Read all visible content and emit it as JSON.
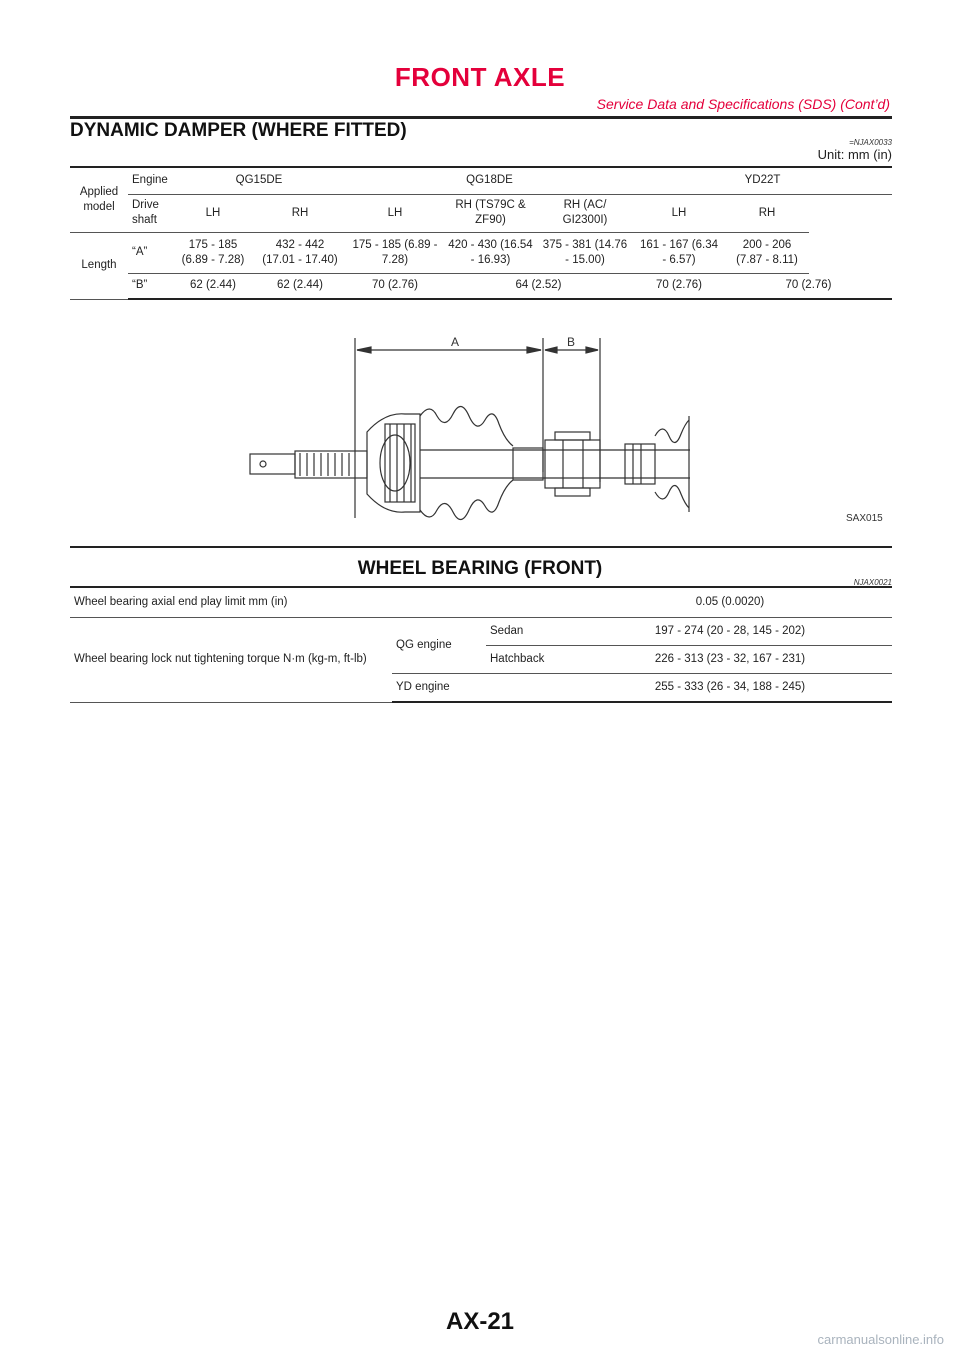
{
  "header": {
    "title": "FRONT AXLE",
    "subtitle": "Service Data and Specifications (SDS) (Cont’d)"
  },
  "dynamic_damper": {
    "heading": "DYNAMIC DAMPER (WHERE FITTED)",
    "ref": "=NJAX0033",
    "unit": "Unit: mm (in)",
    "table": {
      "applied_model": "Applied model",
      "engine_label": "Engine",
      "engines": [
        "QG15DE",
        "QG18DE",
        "YD22T"
      ],
      "drive_shaft_label": "Drive shaft",
      "drive_shafts": [
        "LH",
        "RH",
        "LH",
        "RH (TS79C & ZF90)",
        "RH (AC/ GI2300I)",
        "LH",
        "RH"
      ],
      "length_label": "Length",
      "a_label": "“A”",
      "a_values": [
        "175 - 185 (6.89 - 7.28)",
        "432 - 442 (17.01 - 17.40)",
        "175 - 185 (6.89 - 7.28)",
        "420 - 430 (16.54 - 16.93)",
        "375 - 381 (14.76 - 15.00)",
        "161 - 167 (6.34 - 6.57)",
        "200 - 206 (7.87 - 8.11)"
      ],
      "b_label": "“B”",
      "b_values": [
        "62 (2.44)",
        "62 (2.44)",
        "70 (2.76)",
        "64 (2.52)",
        "70 (2.76)",
        "70 (2.76)"
      ]
    },
    "figure": {
      "label_a": "A",
      "label_b": "B",
      "code": "SAX015"
    }
  },
  "wheel_bearing": {
    "heading": "WHEEL BEARING (FRONT)",
    "ref": "NJAX0021",
    "rows": {
      "end_play_label": "Wheel bearing axial end play limit    mm (in)",
      "end_play_value": "0.05 (0.0020)",
      "torque_label": "Wheel bearing lock nut tightening torque    N·m (kg-m, ft-lb)",
      "qg_engine": "QG engine",
      "sedan": "Sedan",
      "sedan_value": "197 - 274 (20 - 28, 145 - 202)",
      "hatchback": "Hatchback",
      "hatchback_value": "226 - 313 (23 - 32, 167 - 231)",
      "yd_engine": "YD engine",
      "yd_value": "255 - 333 (26 - 34, 188 - 245)"
    }
  },
  "footer": {
    "page": "AX-21",
    "watermark": "carmanualsonline.info"
  }
}
